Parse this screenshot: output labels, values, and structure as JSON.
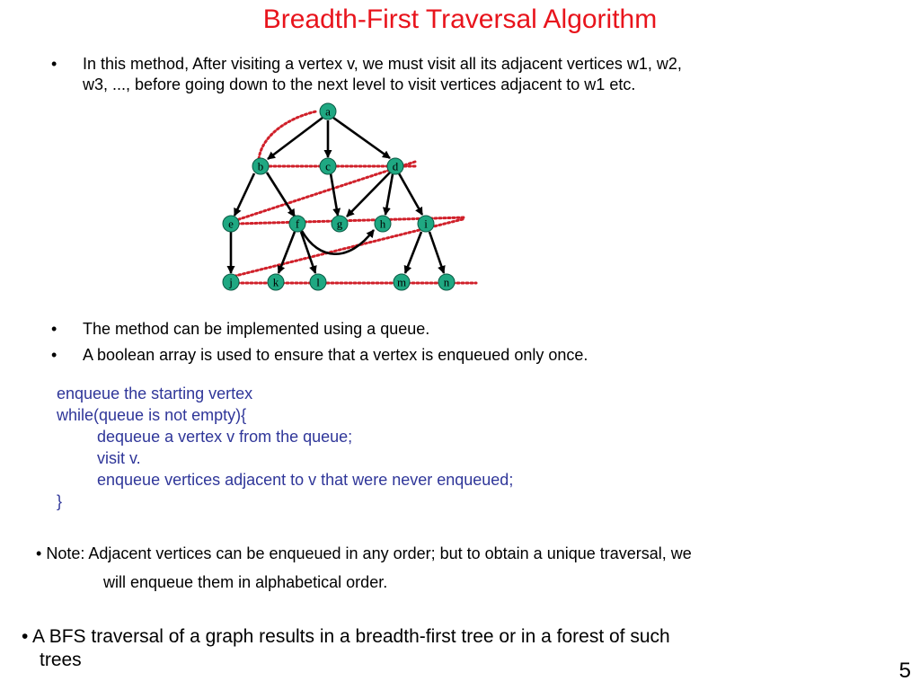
{
  "title": "Breadth-First Traversal Algorithm",
  "bullets": {
    "marker": "•",
    "b1_line1": "In this method, After visiting a vertex v, we must visit all its adjacent vertices w1, w2,",
    "b1_line2": "w3, ...,  before going down to the next level to visit vertices adjacent to w1 etc.",
    "b2": "The method can be implemented using a queue.",
    "b3": "A boolean array is used to ensure that a vertex is enqueued only once."
  },
  "graph": {
    "node_color": "#1fa882",
    "edge_color": "#000000",
    "traversal_color": "#d0202a",
    "nodes": {
      "a": "a",
      "b": "b",
      "c": "c",
      "d": "d",
      "e": "e",
      "f": "f",
      "g": "g",
      "h": "h",
      "i": "i",
      "j": "j",
      "k": "k",
      "l": "l",
      "m": "m",
      "n": "n"
    }
  },
  "code": {
    "line1": "enqueue the starting vertex",
    "line2": "while(queue is not empty){",
    "line3": "dequeue a vertex v from the queue;",
    "line4": "visit v.",
    "line5": "enqueue vertices adjacent to v that were never enqueued;",
    "line6": "}"
  },
  "note": {
    "marker": "•",
    "line1": " Note: Adjacent vertices can be enqueued in any order; but to obtain a unique traversal, we",
    "line2": "will enqueue them in alphabetical order."
  },
  "bfs": {
    "line1": "• A BFS traversal of a graph results in a breadth-first tree or in a forest of such",
    "line2": "trees"
  },
  "page_number": "5"
}
